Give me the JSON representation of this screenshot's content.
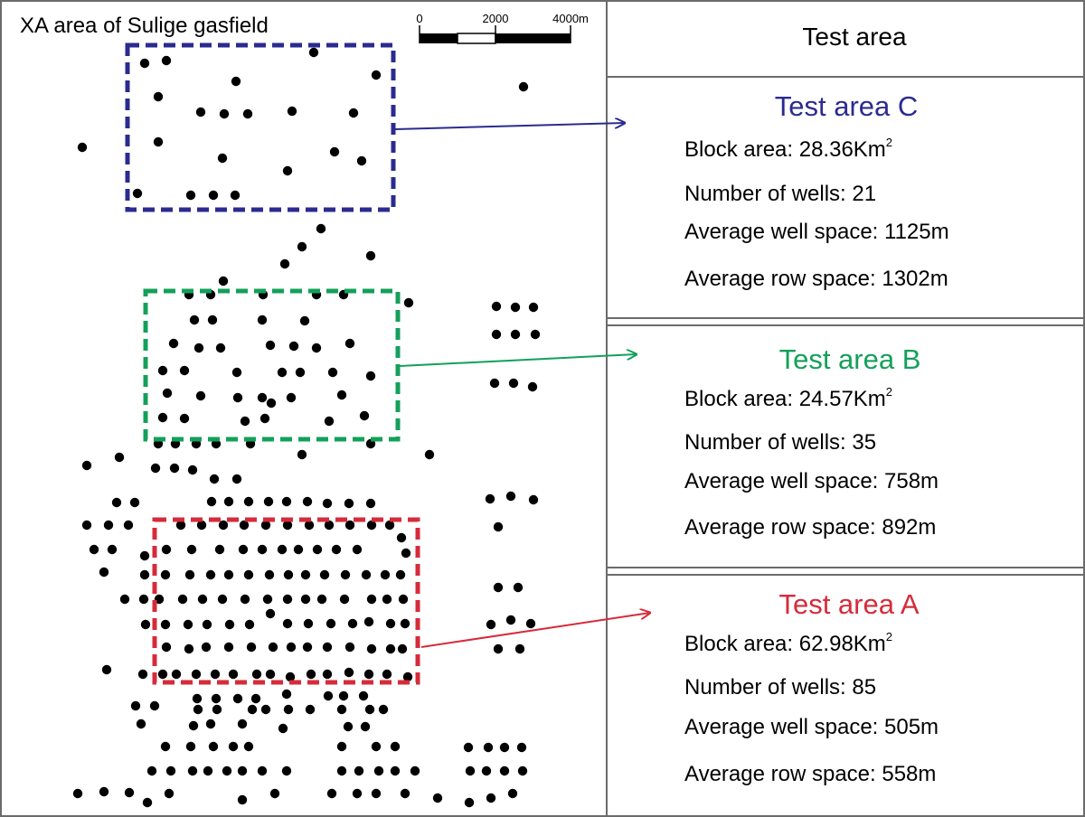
{
  "map": {
    "title": "XA area of Sulige gasfield",
    "scale_bar": {
      "labels": [
        "0",
        "2000",
        "4000m"
      ]
    }
  },
  "header": {
    "title": "Test area"
  },
  "test_areas": [
    {
      "id": "C",
      "title": "Test area C",
      "color": "#2b2b8f",
      "block_area_label": "Block area: 28.36Km",
      "block_area_unit_sup": "2",
      "wells_label": "Number of wells: 21",
      "well_space_label": "Average well space: 1125m",
      "row_space_label": "Average row space: 1302m"
    },
    {
      "id": "B",
      "title": "Test area B",
      "color": "#13a05a",
      "block_area_label": "Block area: 24.57Km",
      "block_area_unit_sup": "2",
      "wells_label": "Number of wells: 35",
      "well_space_label": "Average well space: 758m",
      "row_space_label": "Average row space: 892m"
    },
    {
      "id": "A",
      "title": "Test area A",
      "color": "#d62b3a",
      "block_area_label": "Block area: 62.98Km",
      "block_area_unit_sup": "2",
      "wells_label": "Number of wells: 85",
      "well_space_label": "Average well space: 505m",
      "row_space_label": "Average row space: 558m"
    }
  ],
  "colors": {
    "well": "#000000",
    "frame": "#6b6b6b"
  }
}
